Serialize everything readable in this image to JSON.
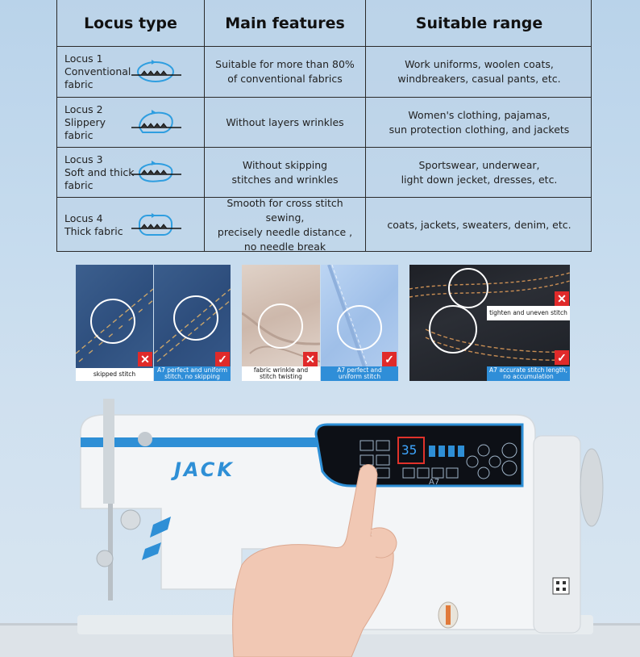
{
  "table": {
    "headers": [
      "Locus type",
      "Main features",
      "Suitable range"
    ],
    "rows": [
      {
        "locus": "Locus 1\nConventional\nfabric",
        "features": "Suitable for more than 80%\nof conventional fabrics",
        "range": "Work uniforms, woolen coats,\nwindbreakers, casual pants, etc."
      },
      {
        "locus": "Locus 2\nSlippery\nfabric",
        "features": "Without layers wrinkles",
        "range": "Women's clothing, pajamas,\nsun protection clothing, and jackets"
      },
      {
        "locus": "Locus 3\nSoft and thick\nfabric",
        "features": "Without skipping\nstitches and wrinkles",
        "range": "Sportswear, underwear,\nlight down jecket, dresses, etc."
      },
      {
        "locus": "Locus 4\nThick fabric",
        "features": "Smooth for cross stitch sewing,\nprecisely needle distance ,\nno needle break",
        "range": "coats, jackets, sweaters, denim, etc."
      }
    ]
  },
  "comparisons": {
    "denim": {
      "bad_caption": "skipped stitch",
      "good_caption": "A7 perfect and uniform\nstitch, no skipping"
    },
    "light": {
      "bad_caption": "fabric wrinkle and\nstitch twisting",
      "good_caption": "A7 perfect and\nuniform stitch"
    },
    "jeans": {
      "bad_caption": "tighten and uneven stitch",
      "good_caption": "A7 accurate stitch length,\nno accumulation"
    }
  },
  "machine": {
    "brand": "JACK",
    "model": "A7",
    "display_value": "35"
  },
  "colors": {
    "accent_blue": "#2f8ed8",
    "reject_red": "#e02a2a"
  }
}
